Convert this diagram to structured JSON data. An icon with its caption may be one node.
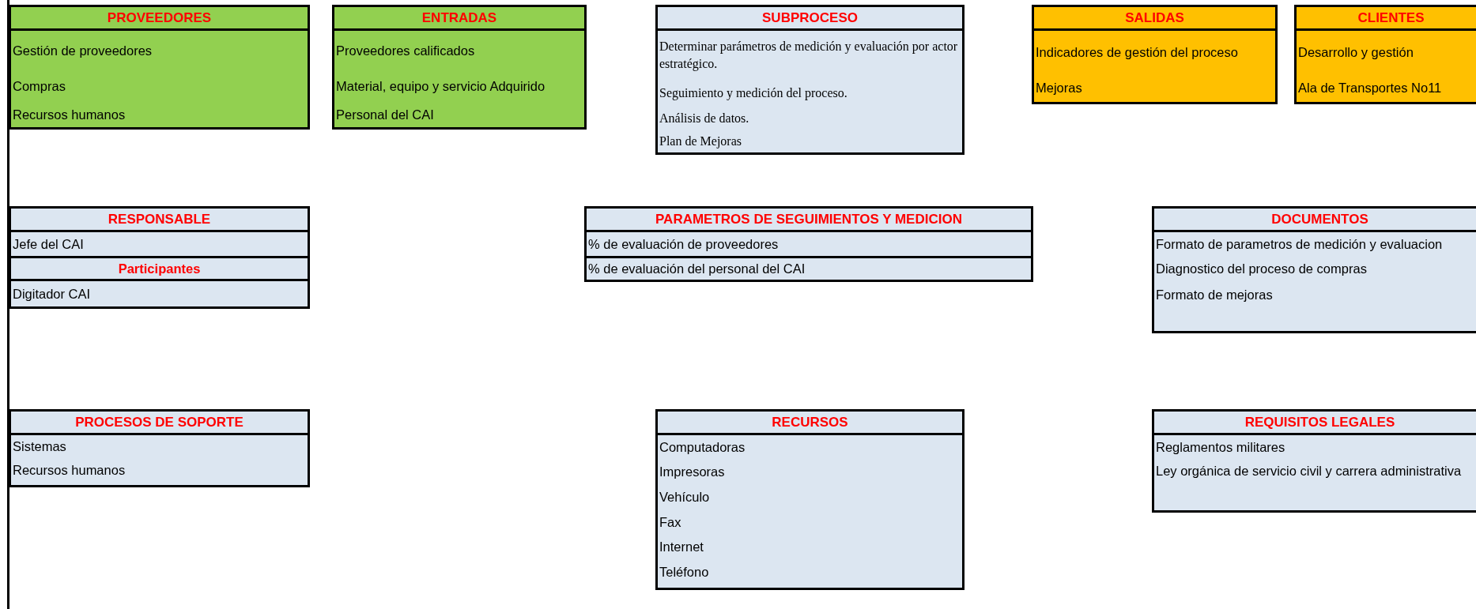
{
  "diagram": {
    "nodes": [
      {
        "text": [
          "PROVEEDORES",
          "Gestión de proveedores",
          "Compras",
          "Recursos humanos"
        ]
      },
      {
        "text": [
          "ENTRADAS",
          "Proveedores calificados",
          "Material, equipo y servicio  Adquirido",
          "Personal del CAI"
        ]
      },
      {
        "text": [
          "SUBPROCESO",
          "Determinar parámetros de medición y evaluación por actor estratégico.",
          "Seguimiento y medición del proceso.",
          "Análisis de datos.",
          "Plan de Mejoras"
        ]
      },
      {
        "text": [
          "SALIDAS",
          "Indicadores de gestión del proceso",
          "Mejoras"
        ]
      },
      {
        "text": [
          "CLIENTES",
          "Desarrollo y gestión",
          "Ala de Transportes No11"
        ]
      },
      {
        "text": [
          "RESPONSABLE",
          "Jefe del CAI",
          "Participantes",
          "Digitador CAI"
        ]
      },
      {
        "text": [
          "PARAMETROS DE SEGUIMIENTOS Y MEDICION",
          "% de evaluación de proveedores",
          "% de evaluación del personal del CAI"
        ]
      },
      {
        "text": [
          "DOCUMENTOS",
          "Formato de parametros de medición y evaluacion",
          "Diagnostico del proceso de compras",
          "Formato de mejoras"
        ]
      },
      {
        "text": [
          "PROCESOS DE SOPORTE",
          "Sistemas",
          "Recursos humanos"
        ]
      },
      {
        "text": [
          "RECURSOS",
          "Computadoras",
          "Impresoras",
          "Vehículo",
          "Fax",
          "Internet",
          "Teléfono"
        ]
      },
      {
        "text": [
          "REQUISITOS LEGALES",
          "Reglamentos militares",
          "Ley orgánica de servicio civil y carrera administrativa"
        ]
      }
    ]
  }
}
